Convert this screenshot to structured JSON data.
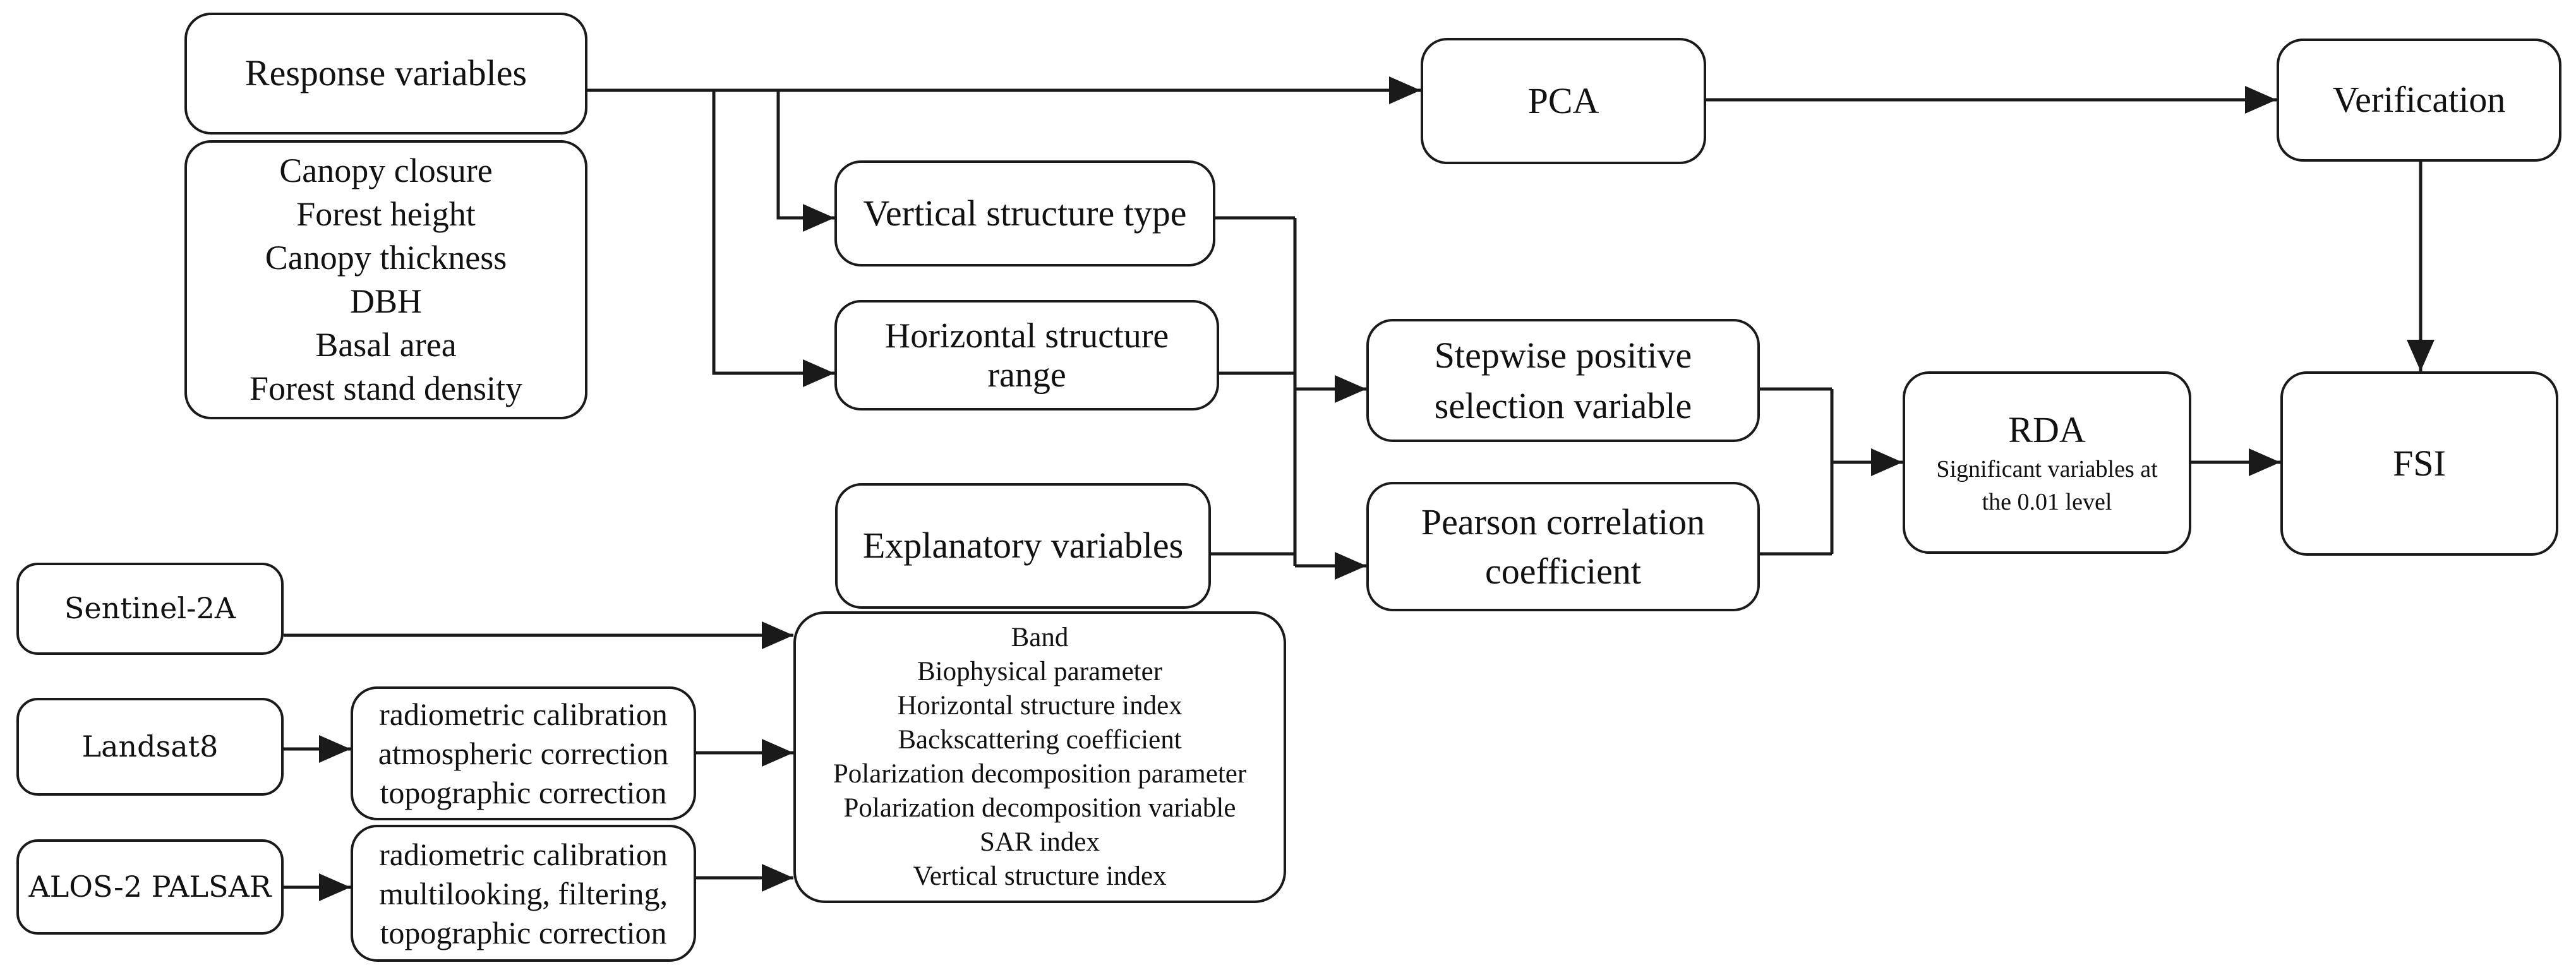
{
  "diagram": {
    "title": "Forest structure index workflow diagram",
    "colors": {
      "background": "#ffffff",
      "line": "#1a1a1a",
      "box_border": "#1a1a1a",
      "text": "#111111"
    },
    "boxes": {
      "response": {
        "label": "Response variables"
      },
      "response_list": {
        "items": [
          "Canopy closure",
          "Forest height",
          "Canopy thickness",
          "DBH",
          "Basal area",
          "Forest stand density"
        ]
      },
      "pca": {
        "label": "PCA"
      },
      "verification": {
        "label": "Verification"
      },
      "vertical_structure": {
        "label": "Vertical structure type"
      },
      "horizontal_structure": {
        "lines": [
          "Horizontal structure",
          "range"
        ]
      },
      "stepwise": {
        "lines": [
          "Stepwise positive",
          "selection variable"
        ]
      },
      "explanatory": {
        "label": "Explanatory variables"
      },
      "pearson": {
        "lines": [
          "Pearson correlation",
          "coefficient"
        ]
      },
      "rda": {
        "title": "RDA",
        "subtitle_lines": [
          "Significant variables at",
          "the 0.01 level"
        ]
      },
      "fsi": {
        "label": "FSI"
      },
      "sentinel": {
        "label": "Sentinel-2A"
      },
      "landsat": {
        "label": "Landsat8"
      },
      "alos": {
        "label": "ALOS-2 PALSAR"
      },
      "prep_optical": {
        "lines": [
          "radiometric calibration",
          "atmospheric correction",
          "topographic correction"
        ]
      },
      "prep_sar": {
        "lines": [
          "radiometric calibration",
          "multilooking, filtering,",
          "topographic correction"
        ]
      },
      "explanatory_list": {
        "items": [
          "Band",
          "Biophysical parameter",
          "Horizontal structure index",
          "Backscattering coefficient",
          "Polarization decomposition parameter",
          "Polarization decomposition variable",
          "SAR index",
          "Vertical structure index"
        ]
      }
    }
  }
}
